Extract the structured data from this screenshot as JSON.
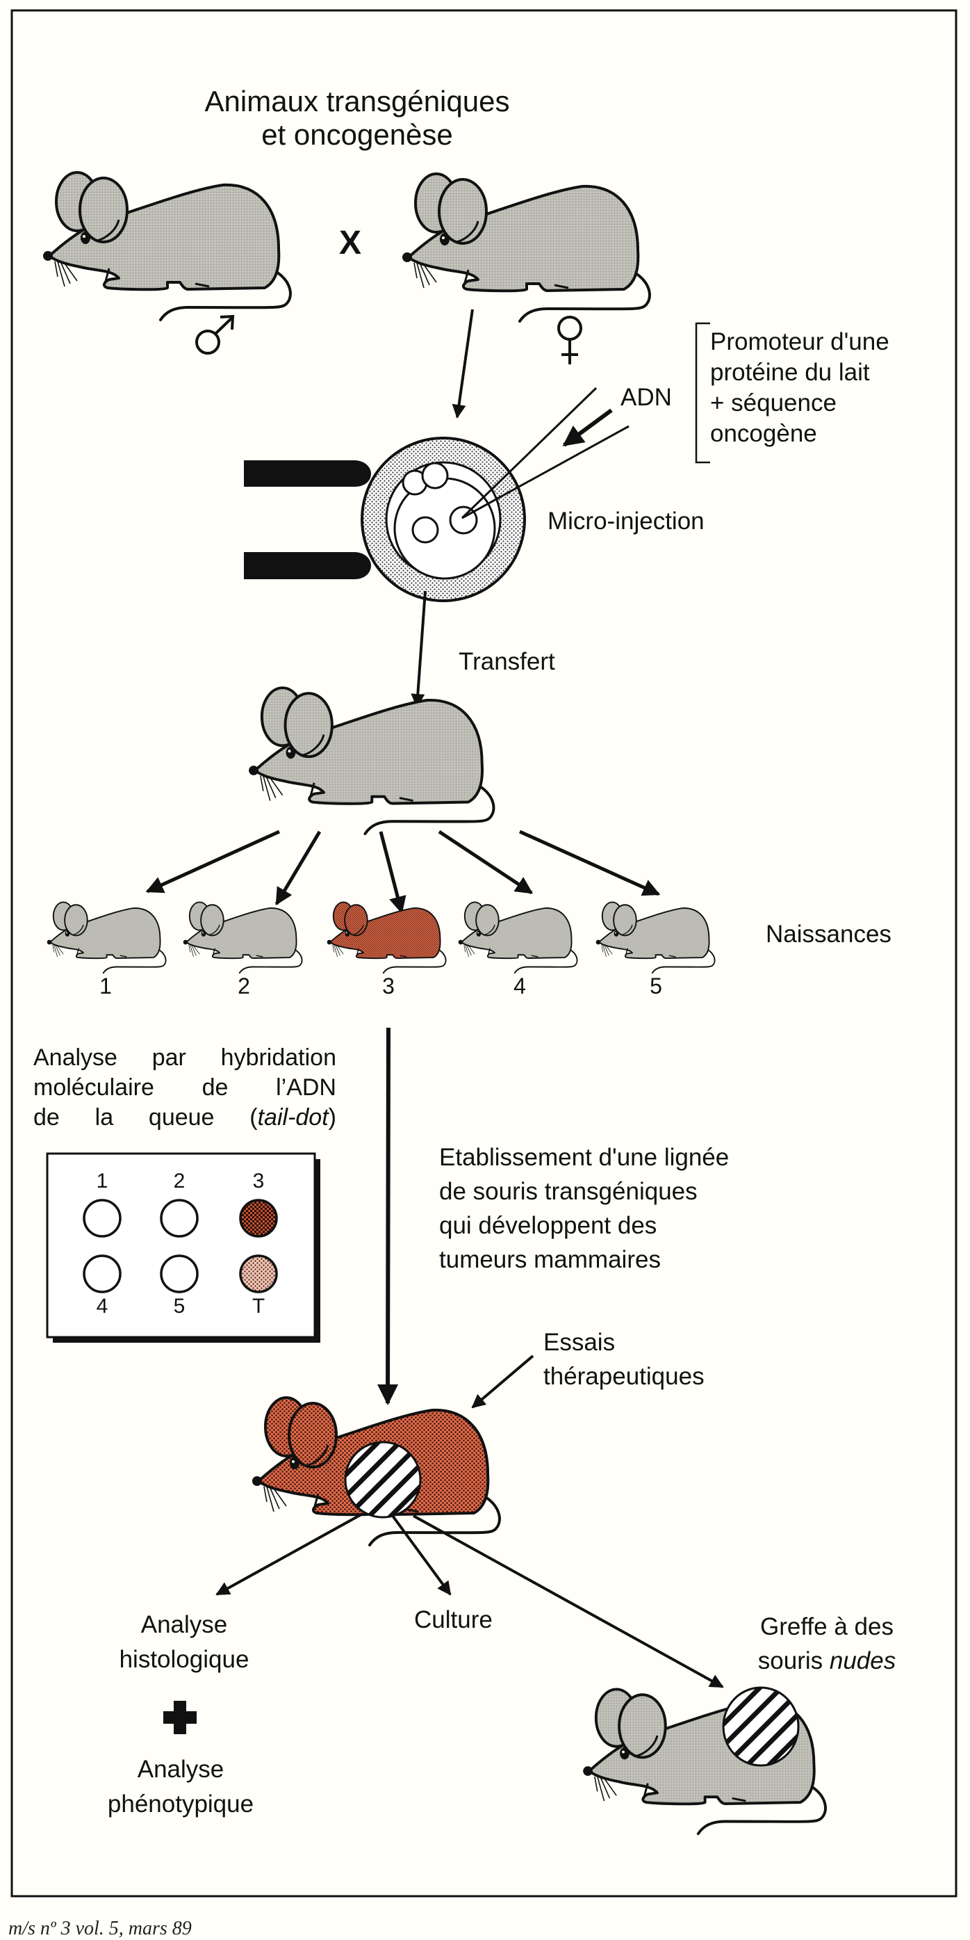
{
  "title": {
    "line1": "Animaux transgéniques",
    "line2": "et oncogenèse"
  },
  "parents": {
    "cross_symbol": "X",
    "male_icon": "male-symbol",
    "female_icon": "female-symbol"
  },
  "injection": {
    "dna_label": "ADN",
    "construct_lines": [
      "Promoteur d'une",
      "protéine du lait",
      "+ séquence",
      "oncogène"
    ],
    "step_label": "Micro-injection"
  },
  "transfer": {
    "label": "Transfert"
  },
  "births": {
    "label": "Naissances",
    "pups": [
      {
        "id": "1",
        "transgenic": false
      },
      {
        "id": "2",
        "transgenic": false
      },
      {
        "id": "3",
        "transgenic": true
      },
      {
        "id": "4",
        "transgenic": false
      },
      {
        "id": "5",
        "transgenic": false
      }
    ]
  },
  "tail_dot": {
    "caption_lines": [
      "Analyse par hybridation",
      "moléculaire de l’ADN",
      "de la queue ("
    ],
    "caption_italic": "tail-dot",
    "caption_close": ")",
    "dots": [
      {
        "label": "1",
        "signal": "none"
      },
      {
        "label": "2",
        "signal": "none"
      },
      {
        "label": "3",
        "signal": "strong"
      },
      {
        "label": "4",
        "signal": "none"
      },
      {
        "label": "5",
        "signal": "none"
      },
      {
        "label": "T",
        "signal": "control"
      }
    ]
  },
  "lineage": {
    "lines": [
      "Etablissement d'une lignée",
      "de souris transgéniques",
      "qui développent des",
      "tumeurs mammaires"
    ]
  },
  "therapy": {
    "lines": [
      "Essais",
      "thérapeutiques"
    ]
  },
  "outcomes": {
    "histology_lines": [
      "Analyse",
      "histologique"
    ],
    "plus_symbol": "+",
    "phenotype_lines": [
      "Analyse",
      "phénotypique"
    ],
    "culture": "Culture",
    "graft_line1": "Greffe à des",
    "graft_line2_plain": "souris ",
    "graft_line2_italic": "nudes"
  },
  "colors": {
    "mouse_gray": "#b9b9b1",
    "mouse_red": "#d2573a",
    "outline": "#111111",
    "zona_dots": "#444444",
    "paper": "#fffef9"
  },
  "footer": "m/s nº 3 vol. 5, mars 89"
}
